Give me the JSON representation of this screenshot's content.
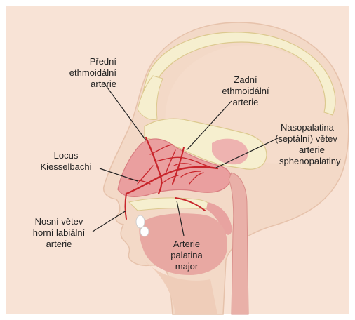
{
  "colors": {
    "background": "#f8e3d6",
    "skin": "#f3d9c7",
    "skin_shadow": "#e9c3ad",
    "bone": "#f6efcf",
    "bone_edge": "#dcc98f",
    "mucosa": "#ea9f9f",
    "mucosa_dark": "#d97d80",
    "artery": "#c8242a",
    "leader_line": "#222222"
  },
  "labels": {
    "anterior_ethmoidal": [
      "Přední",
      "ethmoidální",
      "arterie"
    ],
    "posterior_ethmoidal": [
      "Zadní",
      "ethmoidální",
      "arterie"
    ],
    "locus": [
      "Locus",
      "Kiesselbachi"
    ],
    "nasopalatine": [
      "Nasopalatina",
      "(septální) větev",
      "arterie",
      "sphenopalatiny"
    ],
    "labial_branch": [
      "Nosní větev",
      "horní labiální",
      "arterie"
    ],
    "greater_palatine": [
      "Arterie",
      "palatina",
      "major"
    ]
  }
}
